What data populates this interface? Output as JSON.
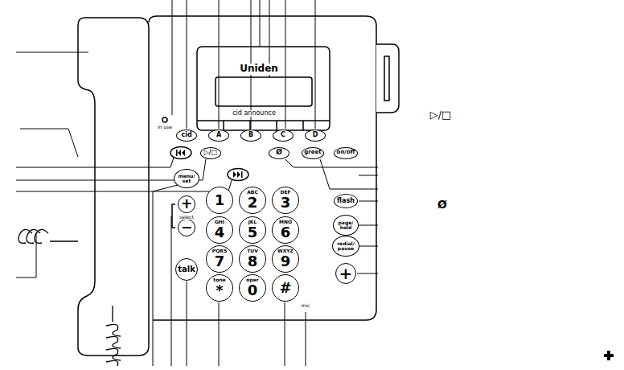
{
  "diagram": {
    "nodes": [
      {
        "text": [
          "cid"
        ]
      },
      {
        "text": [
          "A"
        ]
      },
      {
        "text": [
          "B"
        ]
      },
      {
        "text": [
          "C"
        ]
      },
      {
        "text": [
          "D"
        ]
      },
      {
        "text": [
          "▷/□"
        ]
      },
      {
        "text": [
          "Ø"
        ]
      },
      {
        "text": [
          "greet"
        ]
      },
      {
        "text": [
          "on/off"
        ]
      },
      {
        "text": [
          "menu/ set"
        ]
      },
      {
        "text": [
          "1"
        ]
      },
      {
        "text": [
          "ABC",
          "2"
        ]
      },
      {
        "text": [
          "DEF",
          "3"
        ]
      },
      {
        "text": [
          "flash"
        ]
      },
      {
        "text": [
          "+"
        ]
      },
      {
        "text": [
          "GHI",
          "4"
        ]
      },
      {
        "text": [
          "JKL",
          "5"
        ]
      },
      {
        "text": [
          "MNO",
          "6"
        ]
      },
      {
        "text": [
          "page/ hold"
        ]
      },
      {
        "text": [
          "−"
        ]
      },
      {
        "text": [
          "PQRS",
          "7"
        ]
      },
      {
        "text": [
          "TUV",
          "8"
        ]
      },
      {
        "text": [
          "WXYZ",
          "9"
        ]
      },
      {
        "text": [
          "redial/ pause"
        ]
      },
      {
        "text": [
          "talk"
        ]
      },
      {
        "text": [
          "tone",
          "*"
        ]
      },
      {
        "text": [
          "oper",
          "0"
        ]
      },
      {
        "text": [
          "#"
        ]
      },
      {
        "text": [
          "+"
        ]
      }
    ],
    "labels": [
      "Uniden",
      "cid announce",
      "in use",
      "select",
      "mic",
      "▷/□",
      "Ø"
    ]
  }
}
